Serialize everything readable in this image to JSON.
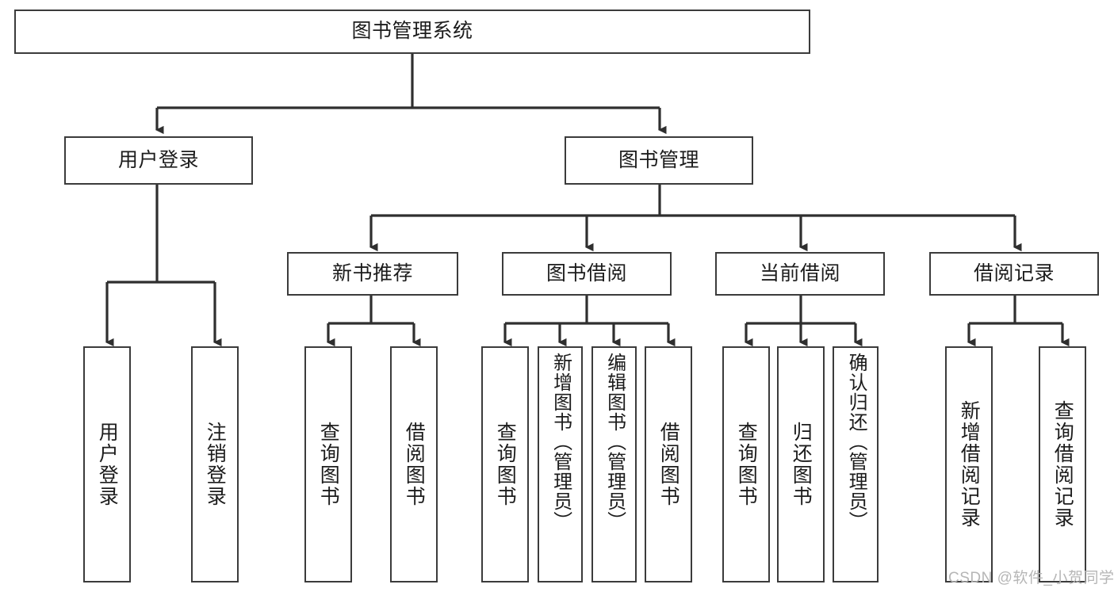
{
  "diagram": {
    "type": "tree-hierarchy",
    "title": "图书管理系统",
    "orientation": "top-down",
    "colors": {
      "box_border": "#3b3b3b",
      "box_fill": "#ffffff",
      "connector": "#2f2f2f",
      "text": "#1c1c1c",
      "watermark": "#b6b6b6",
      "background": "#ffffff"
    }
  },
  "root": {
    "label": "图书管理系统"
  },
  "level1": [
    {
      "label": "用户登录"
    },
    {
      "label": "图书管理"
    }
  ],
  "level2": [
    {
      "label": "新书推荐"
    },
    {
      "label": "图书借阅"
    },
    {
      "label": "当前借阅"
    },
    {
      "label": "借阅记录"
    }
  ],
  "leaves": {
    "user_login": [
      {
        "label": "用户登录"
      },
      {
        "label": "注销登录"
      }
    ],
    "new_book_recommend": [
      {
        "label": "查询图书"
      },
      {
        "label": "借阅图书"
      }
    ],
    "book_borrow": [
      {
        "label": "查询图书"
      },
      {
        "label": "新增图书（管理员）"
      },
      {
        "label": "编辑图书（管理员）"
      },
      {
        "label": "借阅图书"
      }
    ],
    "current_borrow": [
      {
        "label": "查询图书"
      },
      {
        "label": "归还图书"
      },
      {
        "label": "确认归还（管理员）"
      }
    ],
    "borrow_record": [
      {
        "label": "新增借阅记录"
      },
      {
        "label": "查询借阅记录"
      }
    ]
  },
  "watermark": {
    "text": "CSDN @软件_小贺同学"
  }
}
